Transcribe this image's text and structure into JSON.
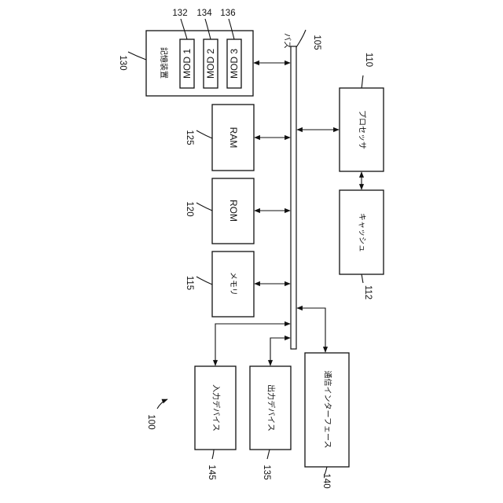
{
  "components": {
    "storage": {
      "label": "記憶装置",
      "ref": "130"
    },
    "mod1": {
      "label": "MOD 1",
      "ref": "132"
    },
    "mod2": {
      "label": "MOD 2",
      "ref": "134"
    },
    "mod3": {
      "label": "MOD 3",
      "ref": "136"
    },
    "ram": {
      "label": "RAM",
      "ref": "125"
    },
    "rom": {
      "label": "ROM",
      "ref": "120"
    },
    "memory": {
      "label": "メモリ",
      "ref": "115"
    },
    "bus": {
      "label": "バス",
      "ref": "105"
    },
    "processor": {
      "label": "プロセッサ",
      "ref": "110"
    },
    "cache": {
      "label": "キャッシュ",
      "ref": "112"
    },
    "input": {
      "label": "入力デバイス",
      "ref": "145"
    },
    "output": {
      "label": "出力デバイス",
      "ref": "135"
    },
    "comm": {
      "label": "通信インターフェース",
      "ref": "140"
    }
  },
  "system_ref": "100"
}
